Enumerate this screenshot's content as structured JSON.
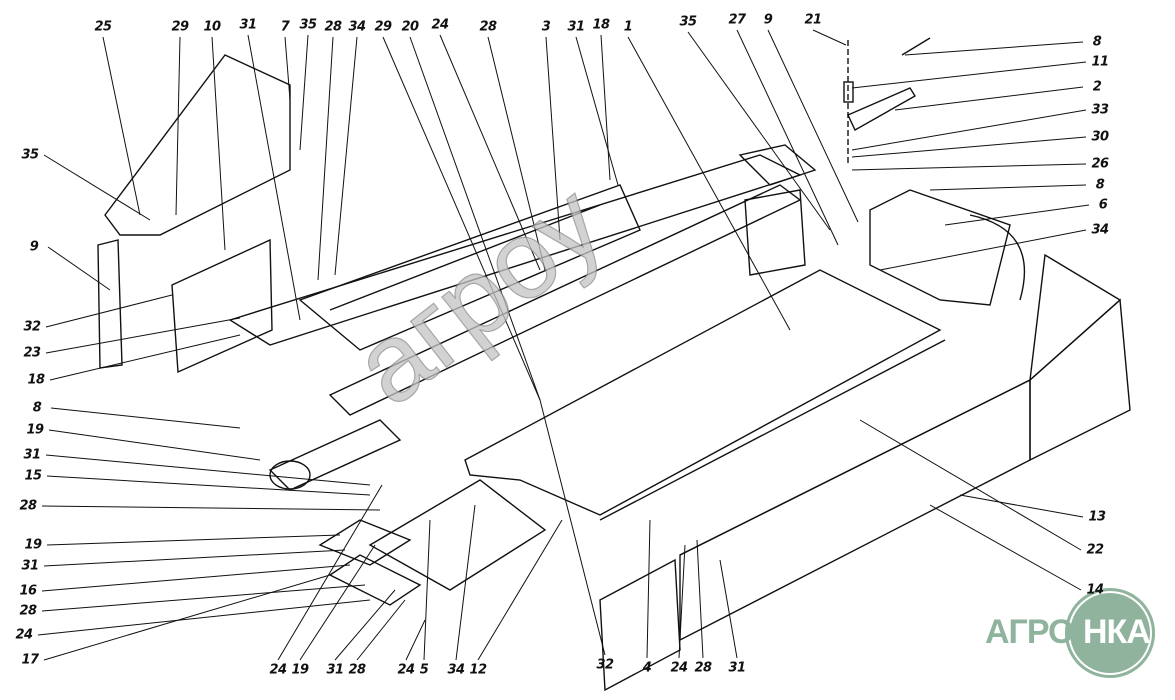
{
  "watermark": "агроу",
  "logo": {
    "part1": "АГРО",
    "part2": "НКА",
    "color": "#8fb39c"
  },
  "callouts": {
    "top": [
      "25",
      "29",
      "10",
      "31",
      "7",
      "35",
      "28",
      "34",
      "29",
      "20",
      "24",
      "28",
      "3",
      "31",
      "18",
      "1",
      "35",
      "27",
      "9",
      "21"
    ],
    "right": [
      "8",
      "11",
      "2",
      "33",
      "30",
      "26",
      "8",
      "6",
      "34"
    ],
    "left": [
      "35",
      "9",
      "32",
      "23",
      "18",
      "8",
      "19",
      "31",
      "15",
      "28",
      "19",
      "31",
      "16",
      "28",
      "24",
      "17"
    ],
    "bottom": [
      "24",
      "19",
      "31",
      "28",
      "24",
      "5",
      "34",
      "12",
      "32",
      "4",
      "24",
      "28",
      "31"
    ],
    "right_lower": [
      "13",
      "22",
      "14"
    ]
  }
}
